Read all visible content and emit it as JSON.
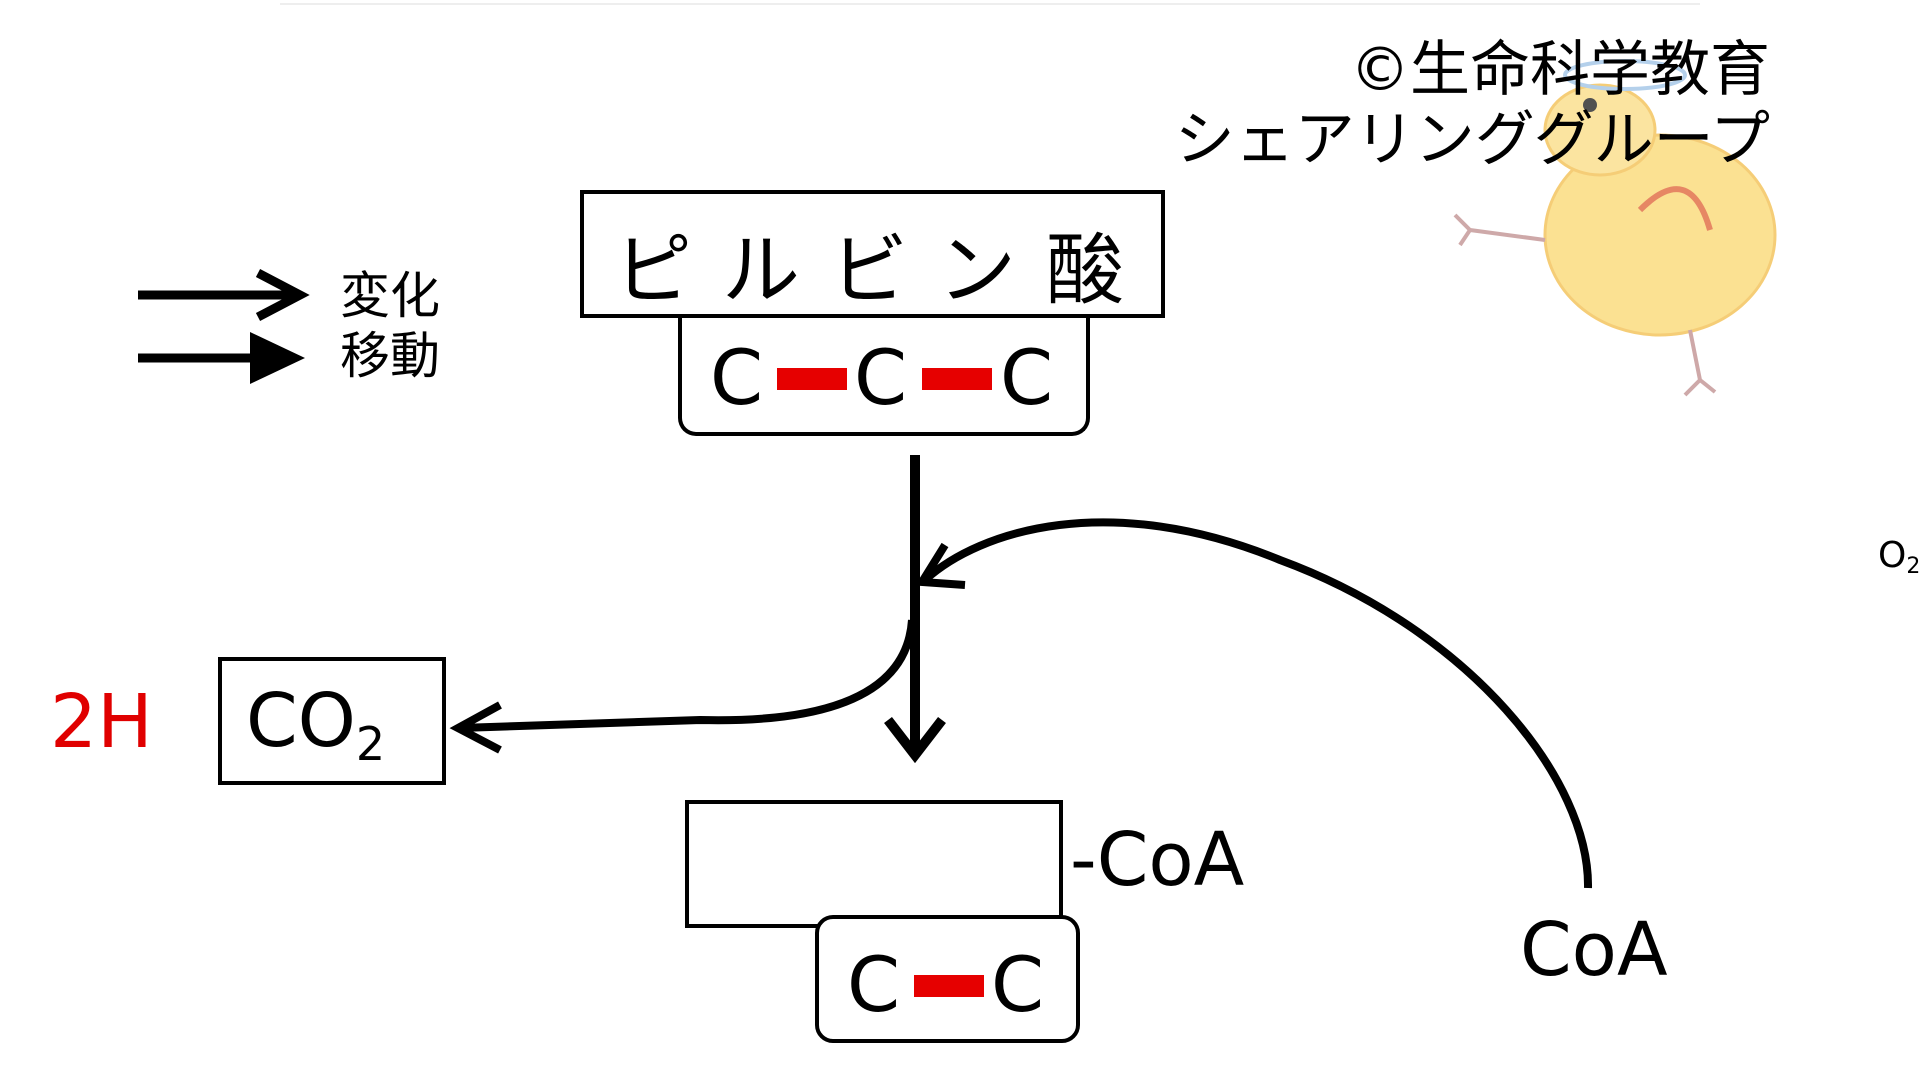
{
  "copyright": {
    "line1": "©生命科学教育",
    "line2": "シェアリンググループ"
  },
  "legend": {
    "change_label": "変化",
    "move_label": "移動"
  },
  "pyruvate": {
    "title": "ピルビン酸",
    "atoms": [
      "C",
      "C",
      "C"
    ]
  },
  "co2_box": {
    "main": "CO",
    "subscript": "2"
  },
  "hydrogen_label": "2H",
  "acetyl_coa": {
    "suffix": "-CoA",
    "atoms": [
      "C",
      "C"
    ]
  },
  "coa_label": "CoA",
  "edge_label": {
    "main": "O",
    "subscript": "2"
  },
  "colors": {
    "bond": "#e60000",
    "hydrogen": "#e00000",
    "line": "#000000"
  },
  "icons": {
    "mascot": "chick-drawing-icon"
  }
}
